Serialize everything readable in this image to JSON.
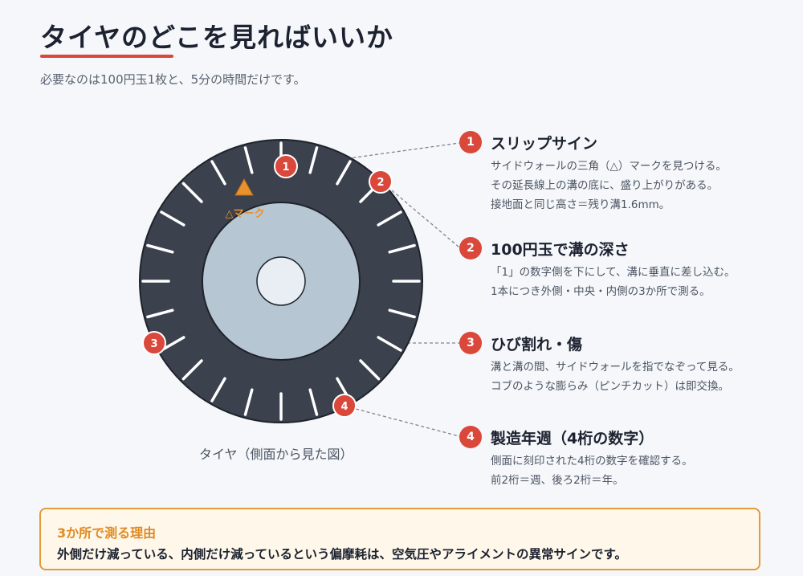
{
  "header": {
    "title": "タイヤのどこを見ればいいか",
    "subtitle": "必要なのは100円玉1枚と、5分の時間だけです。"
  },
  "diagram": {
    "tire_caption": "タイヤ（側面から見た図）",
    "mark_label": "△マーク",
    "markers": [
      "1",
      "2",
      "3",
      "4"
    ]
  },
  "items": [
    {
      "number": "1",
      "title": "スリップサイン",
      "lines": [
        "サイドウォールの三角（△）マークを見つける。",
        "その延長線上の溝の底に、盛り上がりがある。",
        "接地面と同じ高さ＝残り溝1.6mm。"
      ]
    },
    {
      "number": "2",
      "title": "100円玉で溝の深さ",
      "lines": [
        "「1」の数字側を下にして、溝に垂直に差し込む。",
        "1本につき外側・中央・内側の3か所で測る。"
      ]
    },
    {
      "number": "3",
      "title": "ひび割れ・傷",
      "lines": [
        "溝と溝の間、サイドウォールを指でなぞって見る。",
        "コブのような膨らみ（ピンチカット）は即交換。"
      ]
    },
    {
      "number": "4",
      "title": "製造年週（4桁の数字）",
      "lines": [
        "側面に刻印された4桁の数字を確認する。",
        "前2桁＝週、後ろ2桁＝年。"
      ]
    }
  ],
  "note": {
    "title": "3か所で測る理由",
    "text": "外側だけ減っている、内側だけ減っているという偏摩耗は、空気圧やアライメントの異常サインです。"
  },
  "colors": {
    "tire": "#3b414d",
    "rim": "#b7c6d3",
    "hub": "#e8eef4",
    "accent": "#d9483b",
    "mark": "#e8922e",
    "note_border": "#e59a3a"
  }
}
